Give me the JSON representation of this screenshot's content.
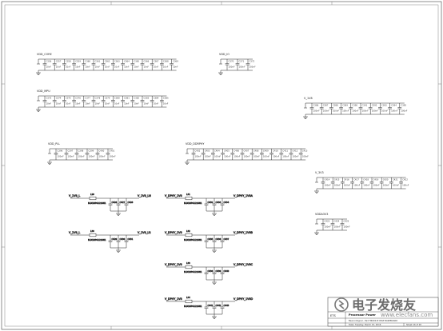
{
  "cap_rows": [
    {
      "net": "VDD_CORE",
      "caps": [
        "C356",
        "C357",
        "C358",
        "C359",
        "C360",
        "C361",
        "C362",
        "C363",
        "C364",
        "C365",
        "C366",
        "C367",
        "C368",
        "C369"
      ],
      "value": "10nF"
    },
    {
      "net": "VDD_IO",
      "caps": [
        "C370",
        "C371",
        "C372"
      ],
      "value": "100nF"
    },
    {
      "net": "VDD_MPU",
      "caps": [
        "C373",
        "C374",
        "C375",
        "C376",
        "C377",
        "C378",
        "C379",
        "C380",
        "C381",
        "C382",
        "C383",
        "C384",
        "C385"
      ],
      "value": "10nF"
    },
    {
      "net": "V_1V8",
      "caps": [
        "C386",
        "C387",
        "C388",
        "C389",
        "C390",
        "C391",
        "C392",
        "C393",
        "C394",
        "C395"
      ],
      "value": "100nF"
    },
    {
      "net": "VDD_PLL",
      "caps": [
        "C396",
        "C397",
        "C398",
        "C399",
        "C400",
        "C401"
      ],
      "value": "100nF"
    },
    {
      "net": "VDD_DDRPHY",
      "caps": [
        "C402",
        "C403",
        "C404",
        "C405",
        "C406",
        "C407",
        "C408",
        "C409",
        "C410",
        "C411",
        "C412",
        "C413"
      ],
      "value": "100nF"
    },
    {
      "net": "V_3V3",
      "caps": [
        "C414",
        "C415",
        "C416",
        "C417",
        "C418",
        "C419",
        "C420",
        "C421",
        "C422"
      ],
      "value": "100nF"
    },
    {
      "net": "VDDA3V3",
      "caps": [
        "C423",
        "C424",
        "C425"
      ],
      "value": "100nF"
    }
  ],
  "filter_blocks": [
    {
      "in": "V_1V8_L",
      "out": "V_1V8_LN",
      "ref": "L29",
      "part": "BLM18PG121SN1",
      "caps": [
        "C426",
        "C427",
        "C428"
      ]
    },
    {
      "in": "V_1V8_L",
      "out": "V_1V8_LR",
      "ref": "L30",
      "part": "BLM18PG121SN1",
      "caps": [
        "C429",
        "C430",
        "C431"
      ]
    },
    {
      "in": "V_DPHY_1V8",
      "out": "V_DPHY_1V8A",
      "ref": "L31",
      "part": "BLM18PG121SN1",
      "caps": [
        "C432",
        "C433",
        "C434"
      ]
    },
    {
      "in": "V_DPHY_1V8",
      "out": "V_DPHY_1V8B",
      "ref": "L32",
      "part": "BLM18PG121SN1",
      "caps": [
        "C435",
        "C436",
        "C437"
      ]
    },
    {
      "in": "V_DPHY_1V8",
      "out": "V_DPHY_1V8C",
      "ref": "L33",
      "part": "BLM18PG121SN1",
      "caps": [
        "C438",
        "C439",
        "C440"
      ]
    },
    {
      "in": "V_DPHY_1V8",
      "out": "V_DPHY_1V8D",
      "ref": "L34",
      "part": "BLM18PG121SN1",
      "caps": [
        "C441",
        "C442",
        "C443"
      ]
    }
  ],
  "title_block": {
    "company": "ETS",
    "title": "Processor Power",
    "doc": "BeaconSignal - Pad H6002-B CPAP BASEBOARD",
    "date": "Date: Tuesday, March 15, 2016",
    "sheet": "Sheet 16 of 20"
  },
  "watermark": {
    "text": "电子发烧友",
    "sub": "www.elecfans.com"
  }
}
